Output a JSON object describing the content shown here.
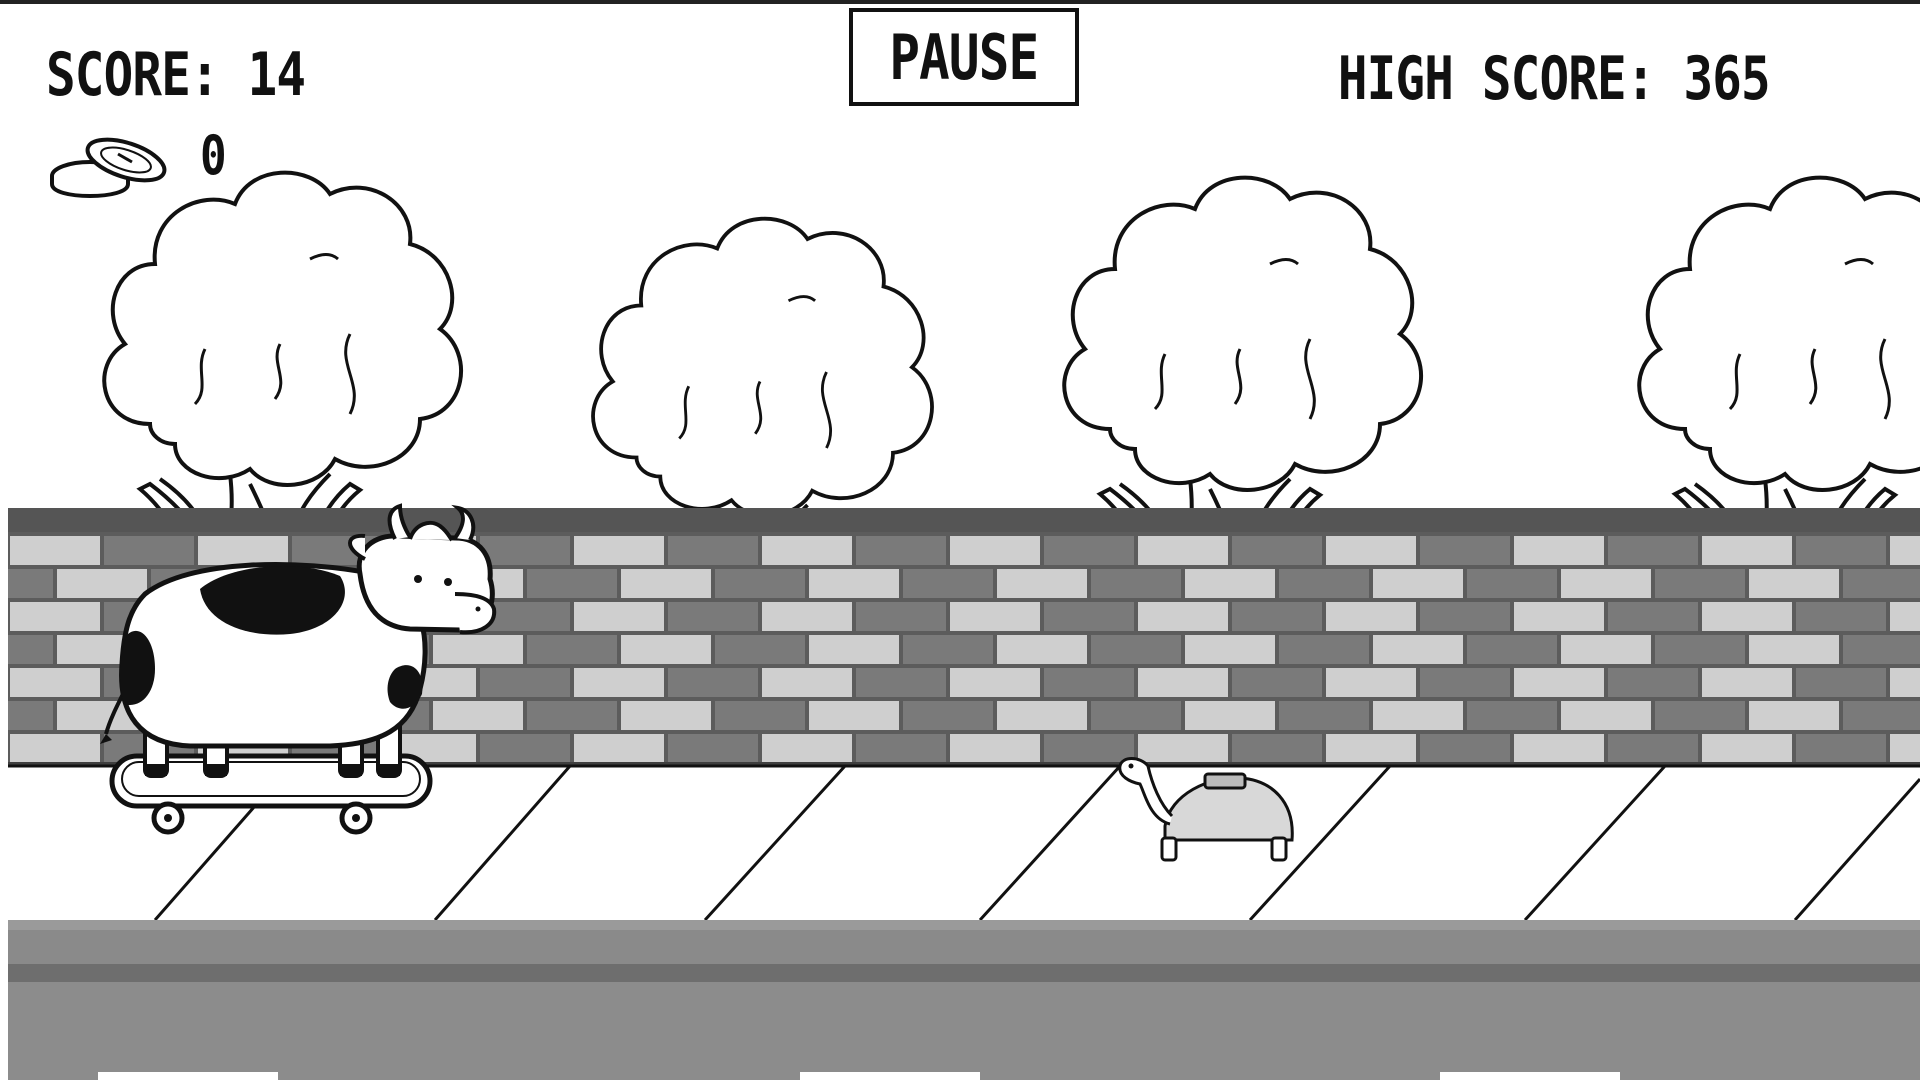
{
  "hud": {
    "score": "SCORE: 14",
    "high_score": "HIGH SCORE: 365",
    "coins": "0"
  },
  "pause_button": {
    "label": "PAUSE"
  },
  "sprites": {
    "player": "cow-on-skateboard",
    "obstacle": "turtle",
    "coin_icon": "coin-stack-icon"
  },
  "colors": {
    "ink": "#111111",
    "brick_dark": "#7a7a7a",
    "brick_light": "#cfcfcf",
    "mortar": "#5c5c5c",
    "road": "#8a8a8a",
    "road_dark": "#6e6e6e",
    "lane_marker": "#ffffff"
  }
}
